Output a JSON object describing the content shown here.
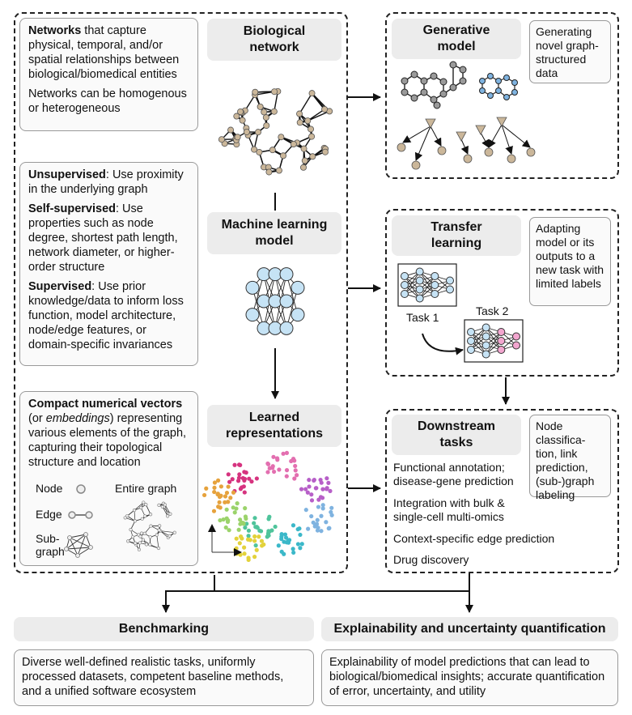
{
  "left_panel": {
    "networks_note": {
      "bold": "Networks",
      "text": " that capture physical, temporal, and/or spatial relationships between biological/biomedical entities",
      "text2": "Networks can be homogenous or heterogeneous"
    },
    "learning_note": {
      "unsup_bold": "Unsupervised",
      "unsup_text": ": Use proximity in the underlying graph",
      "self_bold": "Self-supervised",
      "self_text": ": Use properties such as node degree, shortest path length, network diameter, or higher-order structure",
      "sup_bold": "Supervised",
      "sup_text": ": Use prior knowledge/data to inform loss function, model architecture, node/edge features, or domain-specific invariances"
    },
    "vectors_note": {
      "bold": "Compact numerical vectors",
      "open": "(or ",
      "italic": "embeddings",
      "rest": ") representing various elements of the graph, capturing their topological structure and location",
      "node_label": "Node",
      "edge_label": "Edge",
      "subgraph_label": "Sub-\ngraph",
      "entire_graph_label": "Entire graph"
    },
    "bio_network_title": "Biological\nnetwork",
    "ml_model_title": "Machine learning\nmodel",
    "learned_repr_title": "Learned\nrepresentations"
  },
  "generative": {
    "title": "Generative\nmodel",
    "side": "Generating novel graph-structured data"
  },
  "transfer": {
    "title": "Transfer\nlearning",
    "side": "Adapting model or its outputs to a new task with limited labels",
    "task1": "Task 1",
    "task2": "Task 2"
  },
  "downstream": {
    "title": "Downstream\ntasks",
    "side": "Node classifica-tion, link prediction, (sub-)graph labeling",
    "tasks": [
      "Functional annotation; disease-gene prediction",
      "Integration with bulk & single-cell multi-omics",
      "Context-specific edge prediction",
      "Drug discovery"
    ]
  },
  "bottom": {
    "benchmarking_title": "Benchmarking",
    "benchmarking_text": "Diverse well-defined realistic tasks, uniformly processed datasets, competent baseline methods, and a unified software ecosystem",
    "explain_title": "Explainability and uncertainty quantification",
    "explain_text": "Explainability of model predictions that can lead to biological/biomedical insights; accurate quantification of error, uncertainty, and utility"
  },
  "colors": {
    "node_tan": "#cbb79a",
    "nn_blue": "#c6e3f5",
    "nn_pink": "#f2a6cf",
    "embed_palette": [
      "#d6337f",
      "#e36fb0",
      "#b75fc8",
      "#7fb3e0",
      "#3bb8c9",
      "#4fc49b",
      "#9bd36b",
      "#e3d23b",
      "#e6a23c"
    ]
  }
}
